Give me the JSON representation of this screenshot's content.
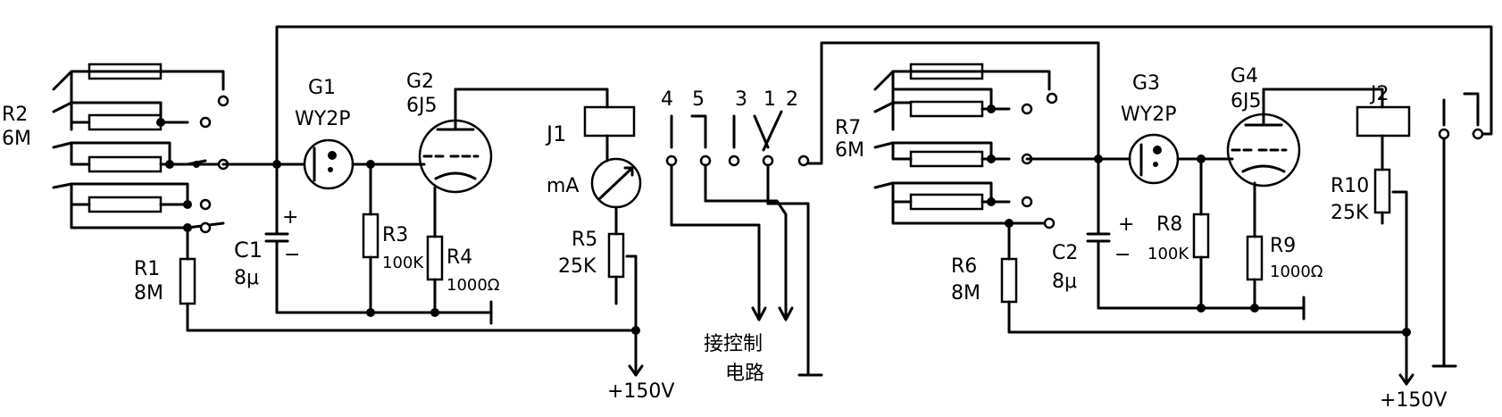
{
  "labels": {
    "r2": "R2",
    "r2_val": "6M",
    "r1": "R1",
    "r1_val": "8M",
    "c1": "C1",
    "c1_val": "8μ",
    "g1": "G1",
    "g1_type": "WY2P",
    "g2": "G2",
    "g2_type": "6J5",
    "r3": "R3",
    "r3_val": "100K",
    "r4": "R4",
    "r4_val": "1000Ω",
    "j1": "J1",
    "ma": "mA",
    "r5": "R5",
    "r5_val": "25K",
    "v1": "+150V",
    "sw": [
      "4",
      "5",
      "3",
      "1",
      "2"
    ],
    "ctrl_line1": "接控制",
    "ctrl_line2": "电路",
    "r7": "R7",
    "r7_val": "6M",
    "r6": "R6",
    "r6_val": "8M",
    "c2": "C2",
    "c2_val": "8μ",
    "g3": "G3",
    "g3_type": "WY2P",
    "g4": "G4",
    "g4_type": "6J5",
    "r8": "R8",
    "r8_val": "100K",
    "r9": "R9",
    "r9_val": "1000Ω",
    "j2": "J2",
    "r10": "R10",
    "r10_val": "25K",
    "v2": "+150V",
    "plus": "+",
    "minus": "−"
  }
}
